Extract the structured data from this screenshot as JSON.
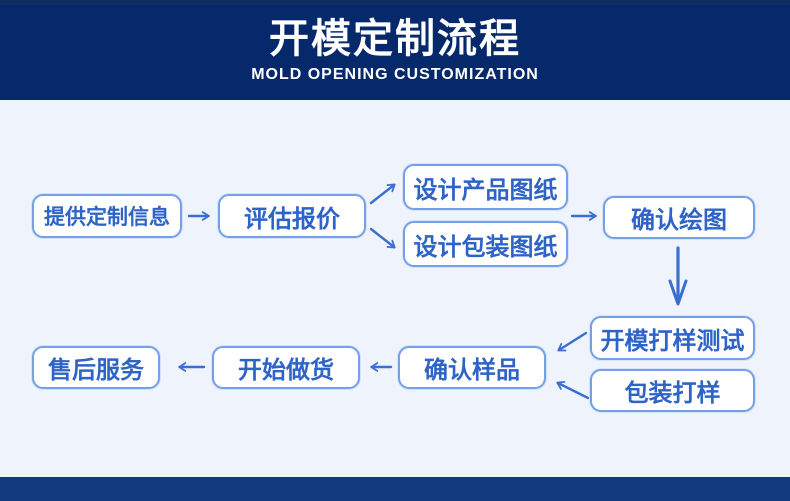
{
  "header": {
    "title": "开模定制流程",
    "subtitle": "MOLD OPENING CUSTOMIZATION"
  },
  "flow": {
    "steps": [
      {
        "id": "provide-info",
        "label": "提供定制信息"
      },
      {
        "id": "evaluate-quote",
        "label": "评估报价"
      },
      {
        "id": "design-product",
        "label": "设计产品图纸"
      },
      {
        "id": "design-packaging",
        "label": "设计包装图纸"
      },
      {
        "id": "confirm-drawing",
        "label": "确认绘图"
      },
      {
        "id": "mold-sample-test",
        "label": "开模打样测试"
      },
      {
        "id": "packaging-sample",
        "label": "包装打样"
      },
      {
        "id": "confirm-sample",
        "label": "确认样品"
      },
      {
        "id": "start-production",
        "label": "开始做货"
      },
      {
        "id": "after-sales",
        "label": "售后服务"
      }
    ]
  },
  "colors": {
    "header_bg": "#05296a",
    "header_top_strip": "#102c60",
    "body_bg": "#eef3fc",
    "footer_bg": "#133a7d",
    "box_border": "#74a0e8",
    "box_text": "#2e64c8",
    "arrow": "#3a6fd2"
  }
}
